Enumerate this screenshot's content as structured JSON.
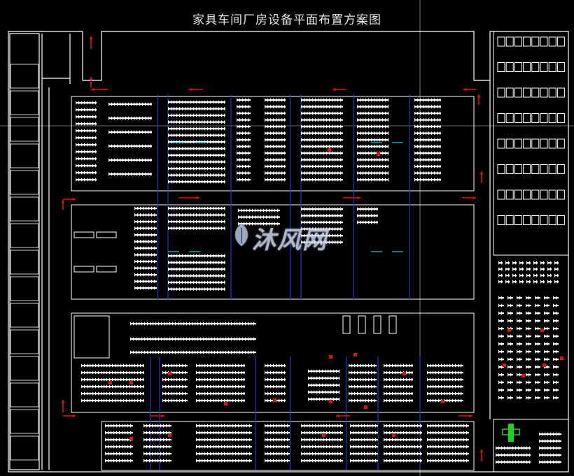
{
  "title": "家具车间厂房设备平面布置方案图",
  "watermark": "沐风网",
  "colors": {
    "background": "#000000",
    "wall": "#ffffff",
    "machine": "#ffffff",
    "column_line": "#1f3fd6",
    "flow_arrow": "#e01010",
    "accent_green": "#20d020",
    "accent_cyan": "#20c8d8"
  },
  "zones": [
    {
      "name": "zone-upper-production"
    },
    {
      "name": "zone-middle-production"
    },
    {
      "name": "zone-lower-production"
    },
    {
      "name": "zone-bottom-production"
    },
    {
      "name": "zone-storage-right"
    }
  ],
  "grid_icon": "storage-rack-icon",
  "arrow_icon": "flow-arrow-icon"
}
